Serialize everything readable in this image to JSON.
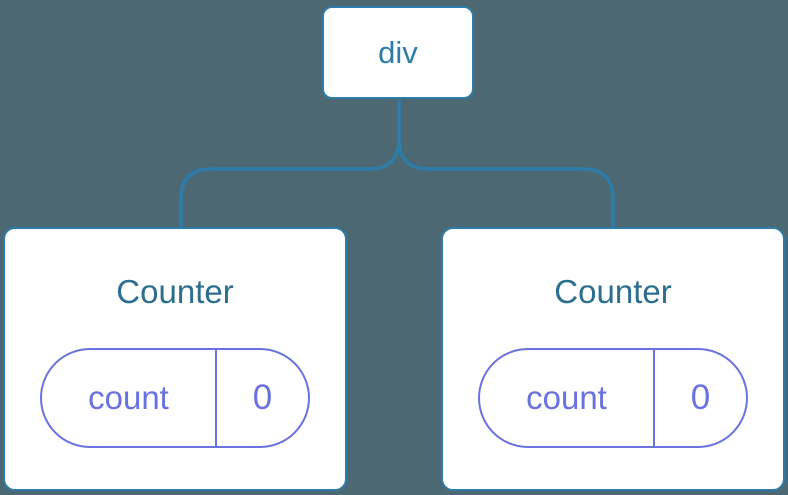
{
  "tree": {
    "root": {
      "label": "div"
    },
    "children": [
      {
        "title": "Counter",
        "state": {
          "key": "count",
          "value": "0"
        }
      },
      {
        "title": "Counter",
        "state": {
          "key": "count",
          "value": "0"
        }
      }
    ]
  },
  "colors": {
    "background": "#4C6973",
    "tree_line": "#2E7CA9",
    "node_border": "#2E7CA9",
    "node_text": "#2E7CA9",
    "card_background": "#FFFFFF",
    "card_border": "#2E7CA9",
    "component_title": "#2C6E8E",
    "state_pill": "#6972DE"
  }
}
